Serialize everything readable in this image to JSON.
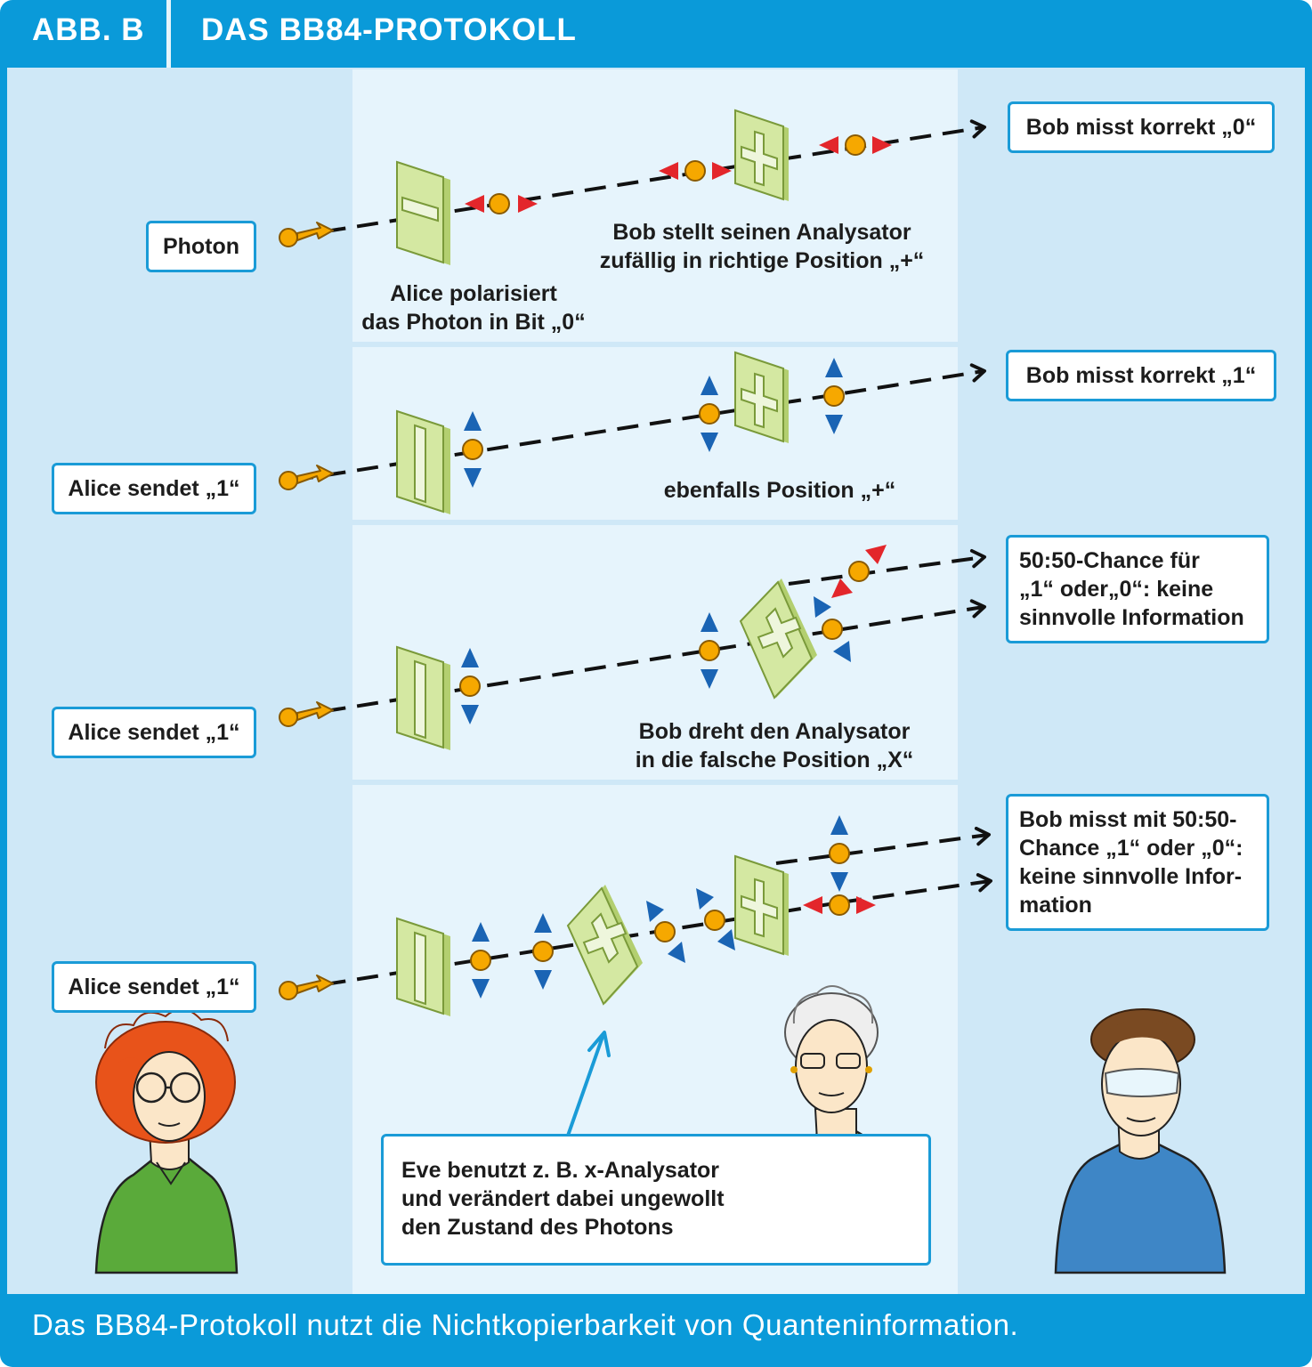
{
  "header": {
    "label": "ABB. B",
    "title": "DAS BB84-PROTOKOLL"
  },
  "rows": [
    {
      "sender_label": "Photon",
      "alice_caption": "Alice polarisiert\ndas Photon in Bit „0“",
      "bob_caption": "Bob stellt seinen Analysator\nzufällig in richtige Position „+“",
      "result": "Bob misst korrekt „0“"
    },
    {
      "sender_label": "Alice sendet „1“",
      "bob_caption": "ebenfalls Position „+“",
      "result": "Bob misst korrekt „1“"
    },
    {
      "sender_label": "Alice sendet „1“",
      "bob_caption": "Bob dreht den Analysator\nin die falsche Position „X“",
      "result": "50:50-Chance für\n„1“ oder„0“: keine\nsinnvolle Information"
    },
    {
      "sender_label": "Alice sendet „1“",
      "result": "Bob misst mit 50:50-\nChance „1“ oder „0“:\nkeine sinnvolle Infor-\nmation",
      "eve_caption": "Eve benutzt z. B. x-Analysator\nund verändert dabei ungewollt\nden Zustand des Photons"
    }
  ],
  "footer": {
    "caption": "Das BB84-Protokoll nutzt die Nichtkopierbarkeit von Quanteninformation."
  },
  "colors": {
    "brand_blue": "#0a9ad9",
    "panel": "#cfe8f7",
    "band": "#e6f4fc",
    "polarizer": "#d4e8a2",
    "photon": "#f6a800",
    "arrow_red": "#e3262b",
    "arrow_blue": "#1a64b4"
  },
  "icons": {
    "photon": "photon-ball-icon",
    "polarizer": "polarizer-filter-icon",
    "analyzer": "analyzer-cross-icon"
  }
}
